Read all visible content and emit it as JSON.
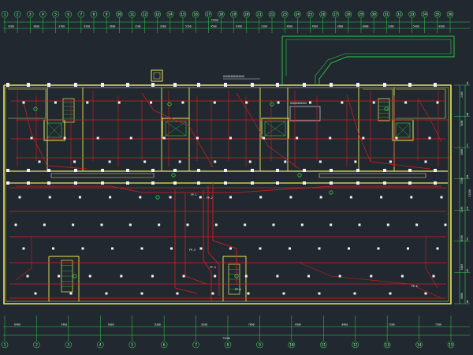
{
  "colors": {
    "background": "#212830",
    "wall": "#e8e85a",
    "dimension": "#2fd04a",
    "pipe": "#d81e1e",
    "detector": "#f2f2f2",
    "annotation": "#ffffff"
  },
  "axes_top": [
    "1",
    "2",
    "3",
    "4",
    "5",
    "6",
    "7",
    "8",
    "9",
    "10",
    "11",
    "12",
    "13",
    "14",
    "15",
    "16",
    "17",
    "18",
    "19",
    "20",
    "21",
    "22",
    "23",
    "24",
    "25",
    "26",
    "27",
    "28",
    "29",
    "30",
    "31",
    "32",
    "33",
    "34",
    "35",
    "36"
  ],
  "axes_bottom": [
    "1",
    "2",
    "3",
    "4",
    "5",
    "6",
    "7",
    "8",
    "9",
    "10",
    "11",
    "12",
    "13",
    "14",
    "15"
  ],
  "axes_right": [
    "A",
    "B",
    "C",
    "D",
    "E",
    "F",
    "G",
    "H"
  ],
  "dimensions_top": [
    "4200",
    "3600",
    "2700",
    "8100",
    "3600",
    "1500",
    "3900",
    "5700",
    "4500",
    "6300",
    "2200",
    "4800",
    "4500",
    "3600",
    "8400",
    "3300",
    "5400",
    "4200"
  ],
  "dimensions_top_total": "73500",
  "dimensions_bottom": [
    "8400",
    "5400",
    "6000",
    "6300",
    "8100",
    "7800",
    "6900",
    "8400",
    "7200",
    "7500"
  ],
  "dimensions_bottom_total": "73500",
  "dimensions_right": [
    "2100",
    "3600",
    "1800",
    "3300",
    "2700",
    "6300",
    "5400",
    "6000"
  ],
  "dimensions_right_total": "31200",
  "annotations": [
    {
      "id": "note-1",
      "text": "XXXXXXXXXXXXXX"
    },
    {
      "id": "note-2",
      "text": "XXXXXXXXXXX"
    },
    {
      "id": "note-3",
      "text": "FP-1"
    },
    {
      "id": "note-4",
      "text": "FP-2"
    },
    {
      "id": "note-5",
      "text": "FP-3"
    },
    {
      "id": "note-6",
      "text": "FP-4"
    },
    {
      "id": "note-7",
      "text": "FP-5"
    },
    {
      "id": "note-8",
      "text": "FP-6"
    }
  ]
}
